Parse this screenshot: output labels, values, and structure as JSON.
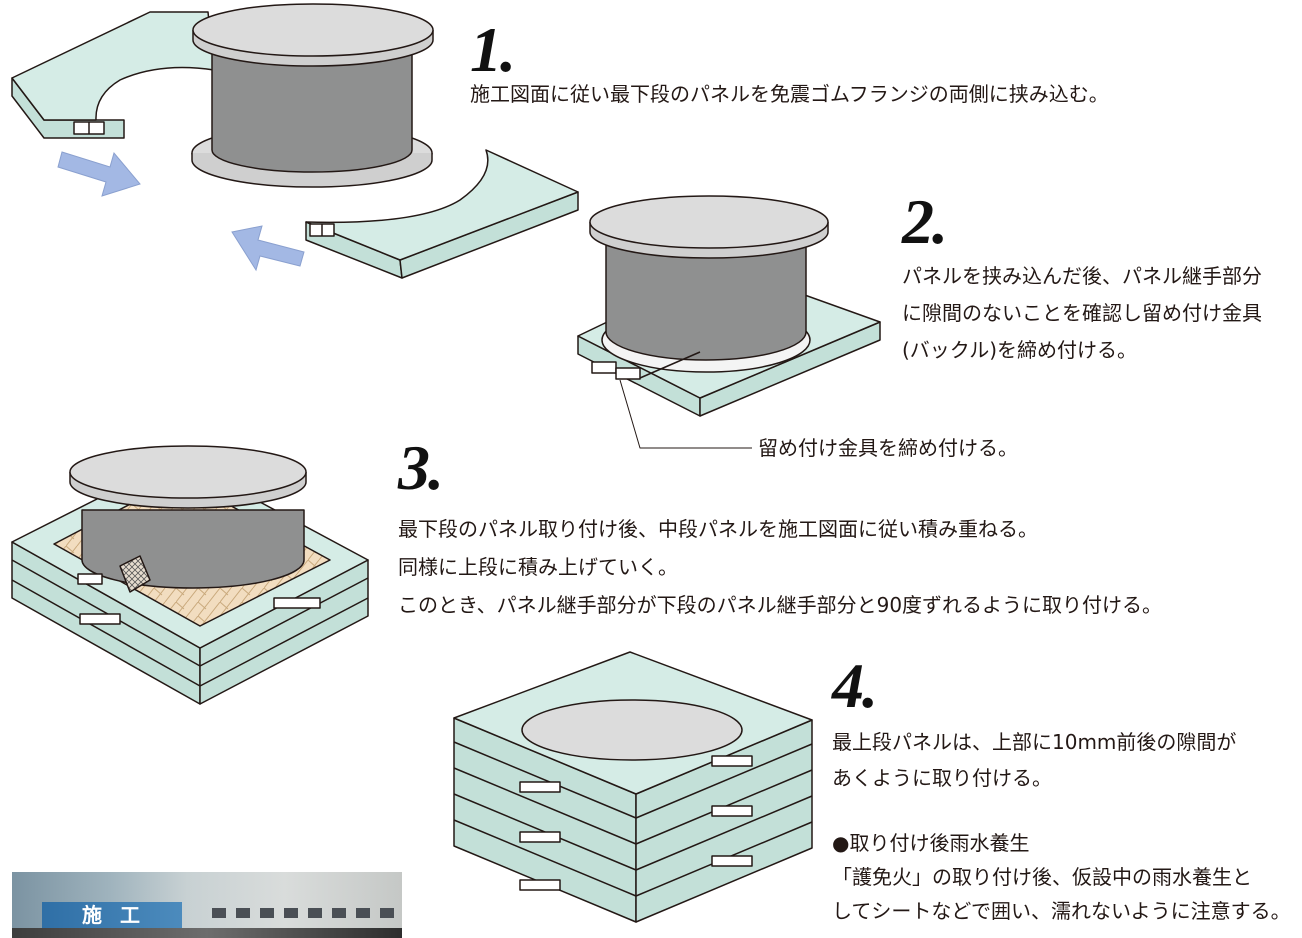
{
  "colors": {
    "panel_top": "#d5ece6",
    "panel_side": "#c3e0d8",
    "disc": "#dcdcdc",
    "cylinder": "#8f9090",
    "arrow": "#a3b8e4",
    "insulation": "#f2ddc0",
    "outline": "#231815"
  },
  "steps": [
    {
      "number": "1.",
      "lines": [
        "施工図面に従い最下段のパネルを免震ゴムフランジの両側に挟み込む。"
      ]
    },
    {
      "number": "2.",
      "lines": [
        "パネルを挟み込んだ後、パネル継手部分",
        "に隙間のないことを確認し留め付け金具",
        "(バックル)を締め付ける。"
      ]
    },
    {
      "number": "3.",
      "lines": [
        "最下段のパネル取り付け後、中段パネルを施工図面に従い積み重ねる。",
        "同様に上段に積み上げていく。",
        "このとき、パネル継手部分が下段のパネル継手部分と90度ずれるように取り付ける。"
      ]
    },
    {
      "number": "4.",
      "lines": [
        "最上段パネルは、上部に10mm前後の隙間が",
        "あくように取り付ける。"
      ]
    }
  ],
  "rain_note": {
    "heading": "●取り付け後雨水養生",
    "lines": [
      "「護免火」の取り付け後、仮設中の雨水養生と",
      "してシートなどで囲い、濡れないように注意する。"
    ]
  },
  "callout": "留め付け金具を締め付ける。",
  "photo_label": "施工"
}
